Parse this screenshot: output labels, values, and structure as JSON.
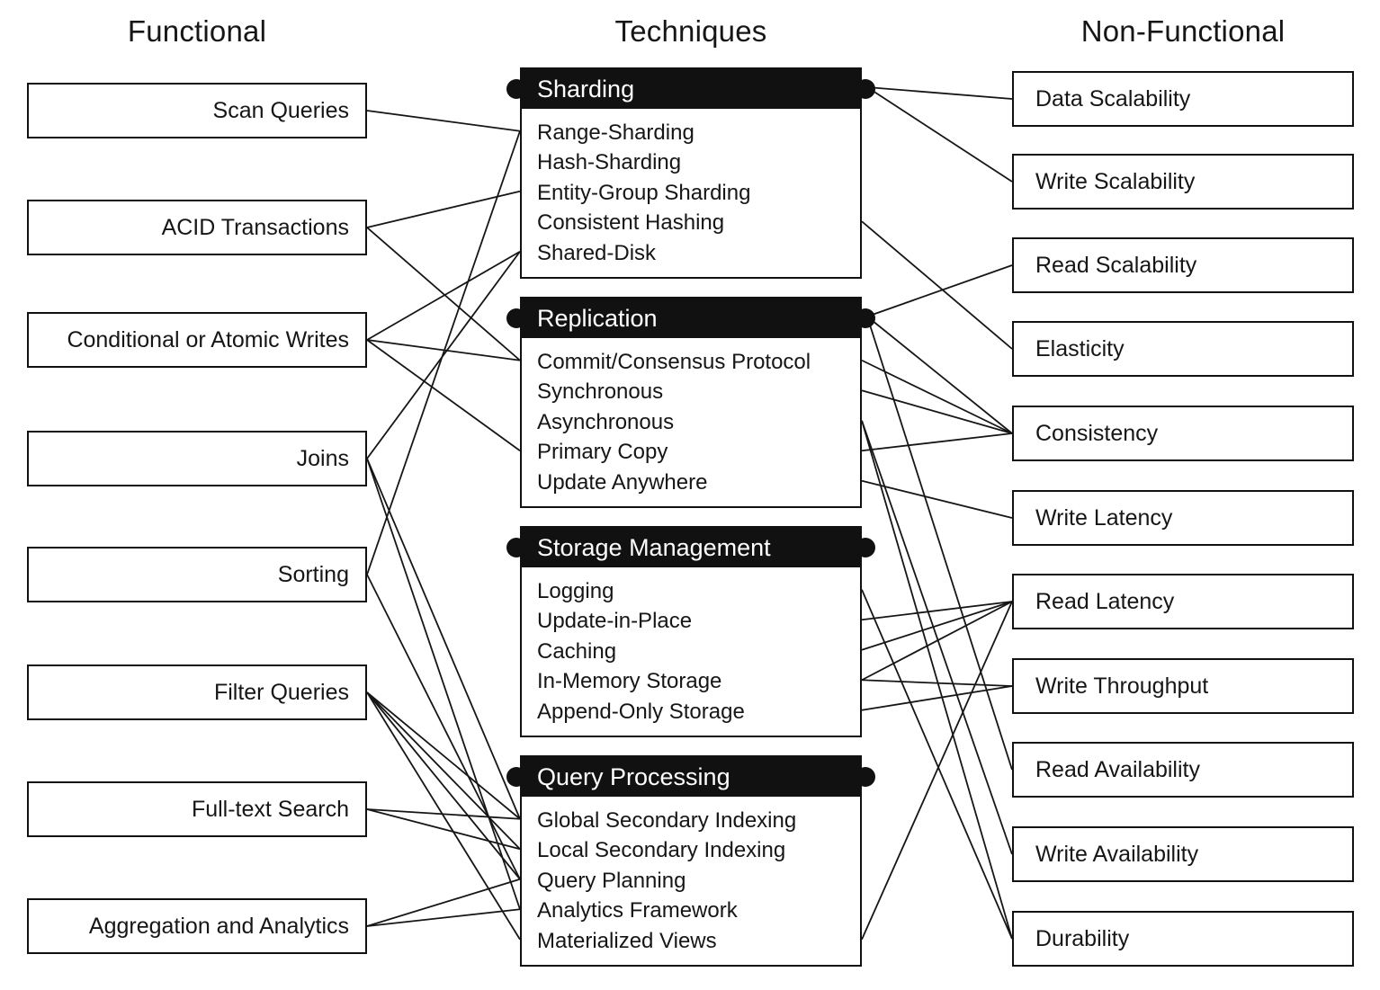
{
  "columns": {
    "functional": {
      "title": "Functional"
    },
    "techniques": {
      "title": "Techniques"
    },
    "non_functional": {
      "title": "Non-Functional"
    }
  },
  "functional": [
    "Scan Queries",
    "ACID Transactions",
    "Conditional or Atomic Writes",
    "Joins",
    "Sorting",
    "Filter Queries",
    "Full-text Search",
    "Aggregation and Analytics"
  ],
  "technique_groups": [
    {
      "title": "Sharding",
      "items": [
        "Range-Sharding",
        "Hash-Sharding",
        "Entity-Group Sharding",
        "Consistent Hashing",
        "Shared-Disk"
      ]
    },
    {
      "title": "Replication",
      "items": [
        "Commit/Consensus Protocol",
        "Synchronous",
        "Asynchronous",
        "Primary Copy",
        "Update Anywhere"
      ]
    },
    {
      "title": "Storage Management",
      "items": [
        "Logging",
        "Update-in-Place",
        "Caching",
        "In-Memory Storage",
        "Append-Only Storage"
      ]
    },
    {
      "title": "Query Processing",
      "items": [
        "Global Secondary Indexing",
        "Local Secondary Indexing",
        "Query Planning",
        "Analytics Framework",
        "Materialized Views"
      ]
    }
  ],
  "non_functional": [
    "Data Scalability",
    "Write Scalability",
    "Read Scalability",
    "Elasticity",
    "Consistency",
    "Write Latency",
    "Read Latency",
    "Write Throughput",
    "Read Availability",
    "Write Availability",
    "Durability"
  ],
  "connections": {
    "functional_to_technique": [
      {
        "from": "Scan Queries",
        "to": "Range-Sharding"
      },
      {
        "from": "Sorting",
        "to": "Range-Sharding"
      },
      {
        "from": "ACID Transactions",
        "to": "Entity-Group Sharding"
      },
      {
        "from": "Conditional or Atomic Writes",
        "to": "Shared-Disk"
      },
      {
        "from": "Joins",
        "to": "Shared-Disk"
      },
      {
        "from": "ACID Transactions",
        "to": "Commit/Consensus Protocol"
      },
      {
        "from": "Conditional or Atomic Writes",
        "to": "Commit/Consensus Protocol"
      },
      {
        "from": "Conditional or Atomic Writes",
        "to": "Primary Copy"
      },
      {
        "from": "Joins",
        "to": "Global Secondary Indexing"
      },
      {
        "from": "Joins",
        "to": "Analytics Framework"
      },
      {
        "from": "Sorting",
        "to": "Query Planning"
      },
      {
        "from": "Filter Queries",
        "to": "Global Secondary Indexing"
      },
      {
        "from": "Filter Queries",
        "to": "Local Secondary Indexing"
      },
      {
        "from": "Filter Queries",
        "to": "Query Planning"
      },
      {
        "from": "Filter Queries",
        "to": "Materialized Views"
      },
      {
        "from": "Full-text Search",
        "to": "Global Secondary Indexing"
      },
      {
        "from": "Full-text Search",
        "to": "Local Secondary Indexing"
      },
      {
        "from": "Aggregation and Analytics",
        "to": "Query Planning"
      },
      {
        "from": "Aggregation and Analytics",
        "to": "Analytics Framework"
      }
    ],
    "technique_to_non_functional": [
      {
        "from": "Sharding",
        "to": "Data Scalability"
      },
      {
        "from": "Sharding",
        "to": "Write Scalability"
      },
      {
        "from": "Consistent Hashing",
        "to": "Elasticity"
      },
      {
        "from": "Replication",
        "to": "Read Scalability"
      },
      {
        "from": "Replication",
        "to": "Consistency"
      },
      {
        "from": "Commit/Consensus Protocol",
        "to": "Consistency"
      },
      {
        "from": "Synchronous",
        "to": "Consistency"
      },
      {
        "from": "Primary Copy",
        "to": "Consistency"
      },
      {
        "from": "Update Anywhere",
        "to": "Write Latency"
      },
      {
        "from": "Replication",
        "to": "Read Availability"
      },
      {
        "from": "Asynchronous",
        "to": "Write Availability"
      },
      {
        "from": "Asynchronous",
        "to": "Durability"
      },
      {
        "from": "Logging",
        "to": "Durability"
      },
      {
        "from": "Update-in-Place",
        "to": "Read Latency"
      },
      {
        "from": "Caching",
        "to": "Read Latency"
      },
      {
        "from": "In-Memory Storage",
        "to": "Read Latency"
      },
      {
        "from": "In-Memory Storage",
        "to": "Write Throughput"
      },
      {
        "from": "Append-Only Storage",
        "to": "Write Throughput"
      },
      {
        "from": "Materialized Views",
        "to": "Read Latency"
      }
    ]
  },
  "colors": {
    "background": "#ffffff",
    "box_border": "#111111",
    "header_bg": "#111111",
    "header_text": "#ffffff",
    "line": "#161616",
    "text": "#161616"
  }
}
